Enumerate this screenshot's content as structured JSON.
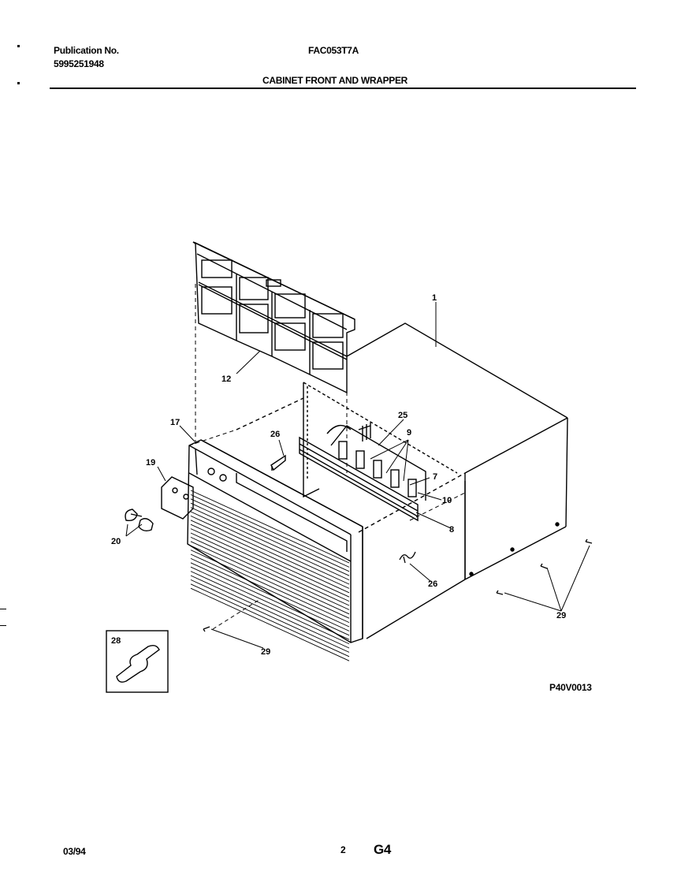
{
  "header": {
    "publication_label": "Publication No.",
    "publication_number": "5995251948",
    "model": "FAC053T7A",
    "title": "CABINET FRONT AND WRAPPER"
  },
  "callouts": {
    "c1": "1",
    "c7": "7",
    "c8": "8",
    "c9": "9",
    "c10": "10",
    "c12": "12",
    "c17": "17",
    "c19": "19",
    "c20": "20",
    "c25": "25",
    "c26a": "26",
    "c26b": "26",
    "c28": "28",
    "c29a": "29",
    "c29b": "29"
  },
  "figure_code": "P40V0013",
  "footer": {
    "date": "03/94",
    "page": "2",
    "section": "G4"
  }
}
